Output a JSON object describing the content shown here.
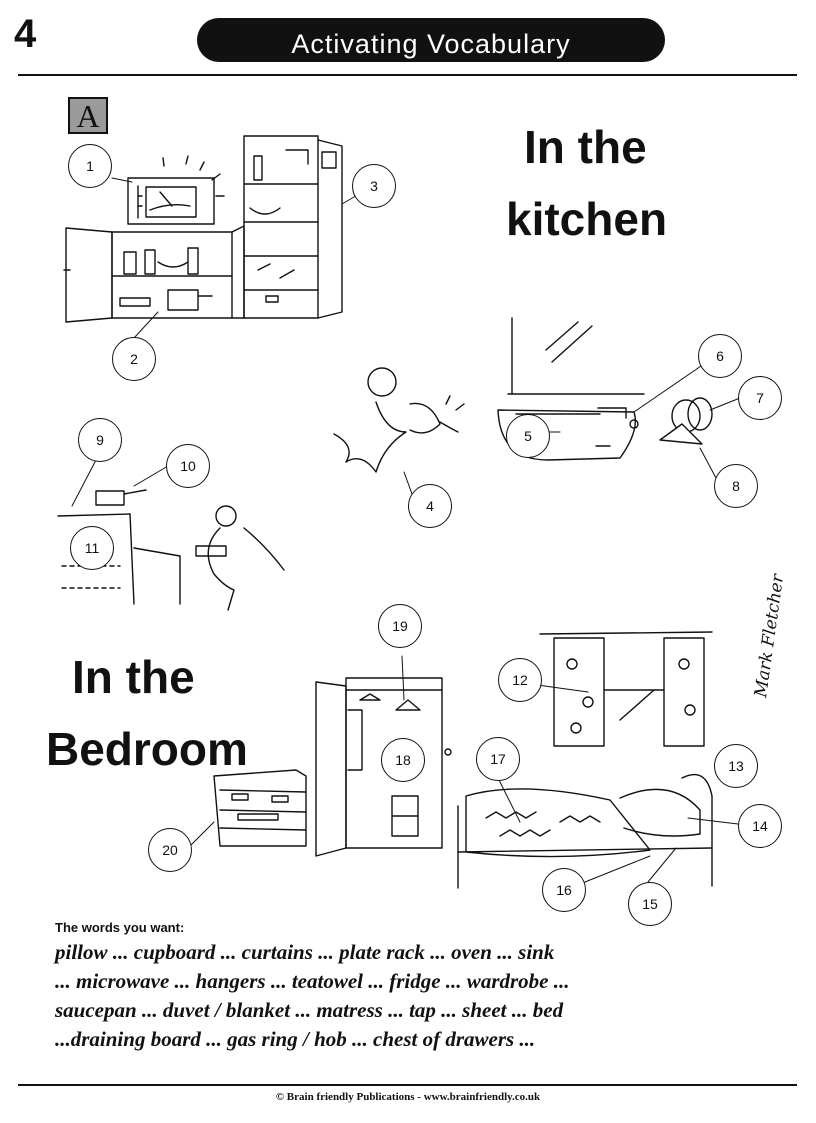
{
  "header": {
    "page_number": "4",
    "title": "Activating Vocabulary"
  },
  "section": {
    "label": "A"
  },
  "headings": {
    "kitchen_line1": "In the",
    "kitchen_line2": "kitchen",
    "bedroom_line1": "In the",
    "bedroom_line2": "Bedroom"
  },
  "markers": [
    "1",
    "2",
    "3",
    "4",
    "5",
    "6",
    "7",
    "8",
    "9",
    "10",
    "11",
    "12",
    "13",
    "14",
    "15",
    "16",
    "17",
    "18",
    "19",
    "20"
  ],
  "signature": "Mark Fletcher",
  "words": {
    "heading": "The words you want:",
    "lines": [
      "pillow  ... cupboard  ... curtains ... plate rack ... oven ... sink",
      "...  microwave ... hangers ... teatowel ... fridge ... wardrobe ...",
      "saucepan ... duvet / blanket ... matress ... tap ... sheet ... bed",
      "...draining board ... gas ring / hob ... chest of drawers ..."
    ]
  },
  "footer": {
    "text": "© Brain friendly Publications - www.brainfriendly.co.uk"
  }
}
